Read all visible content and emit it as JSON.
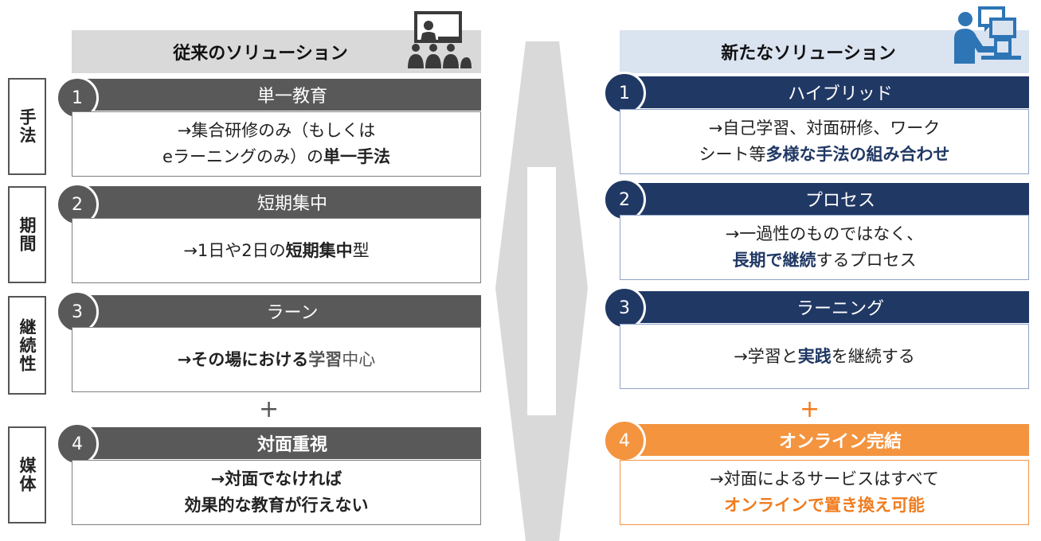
{
  "side_labels": [
    "手法",
    "期間",
    "継続性",
    "媒体"
  ],
  "old": {
    "title": "従来のソリューション",
    "items": [
      {
        "num": "1",
        "label": "単一教育",
        "line1": "→集合研修のみ（もしくは",
        "line2_a": "eラーニングのみ）の",
        "line2_b": "単一手法"
      },
      {
        "num": "2",
        "label": "短期集中",
        "text_a": "→1日や2日の",
        "text_b": "短期集中",
        "text_c": "型"
      },
      {
        "num": "3",
        "label": "ラーン",
        "text_a": "→その場における",
        "text_b": "学習",
        "text_c": "中心"
      },
      {
        "num": "4",
        "label": "対面重視",
        "line1": "→対面でなければ",
        "line2": "効果的な教育が行えない"
      }
    ],
    "plus": "+"
  },
  "new": {
    "title": "新たなソリューション",
    "items": [
      {
        "num": "1",
        "label": "ハイブリッド",
        "line1": "→自己学習、対面研修、ワーク",
        "line2_a": "シート等",
        "line2_b": "多様な手法の組み合わせ"
      },
      {
        "num": "2",
        "label": "プロセス",
        "line1": "→一過性のものではなく、",
        "line2_a": "長期で継続",
        "line2_b": "するプロセス"
      },
      {
        "num": "3",
        "label": "ラーニング",
        "text_a": "→学習と",
        "text_b": "実践",
        "text_c": "を継続する"
      },
      {
        "num": "4",
        "label": "オンライン完結",
        "line1": "→対面によるサービスはすべて",
        "line2": "オンラインで置き換え可能"
      }
    ],
    "plus": "+"
  },
  "colors": {
    "old_dark": "#595959",
    "new_navy": "#203864",
    "accent_orange": "#f4943f",
    "old_header_bg": "#d9d9d9",
    "new_header_bg": "#dae3f0"
  },
  "icons": [
    "classroom-icon",
    "online-worker-icon",
    "double-arrow-icon"
  ]
}
